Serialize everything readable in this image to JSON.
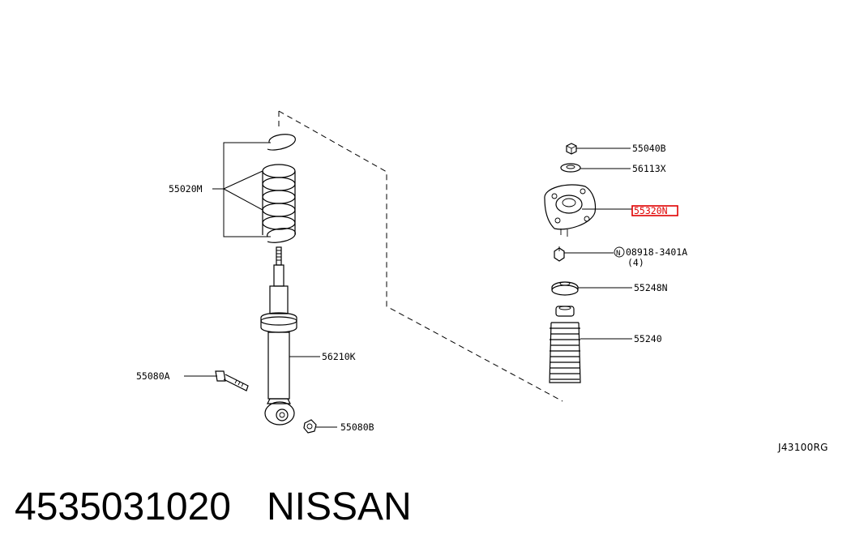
{
  "diagram": {
    "reference_code": "J43100RG",
    "parts": [
      {
        "id": "spring",
        "label": "55020M"
      },
      {
        "id": "shock-absorber",
        "label": "56210K"
      },
      {
        "id": "bolt",
        "label": "55080A"
      },
      {
        "id": "nut-lower",
        "label": "55080B"
      },
      {
        "id": "nut-top",
        "label": "55040B"
      },
      {
        "id": "washer",
        "label": "56113X"
      },
      {
        "id": "mount",
        "label": "55320N",
        "highlighted": true,
        "highlight_color": "#e00000"
      },
      {
        "id": "mount-nut",
        "label": "08918-3401A",
        "prefix_symbol": "N",
        "quantity": "(4)"
      },
      {
        "id": "bump-stop-seat",
        "label": "55248N"
      },
      {
        "id": "dust-boot",
        "label": "55240"
      }
    ]
  },
  "footer": {
    "part_number": "4535031020",
    "brand": "NISSAN"
  }
}
